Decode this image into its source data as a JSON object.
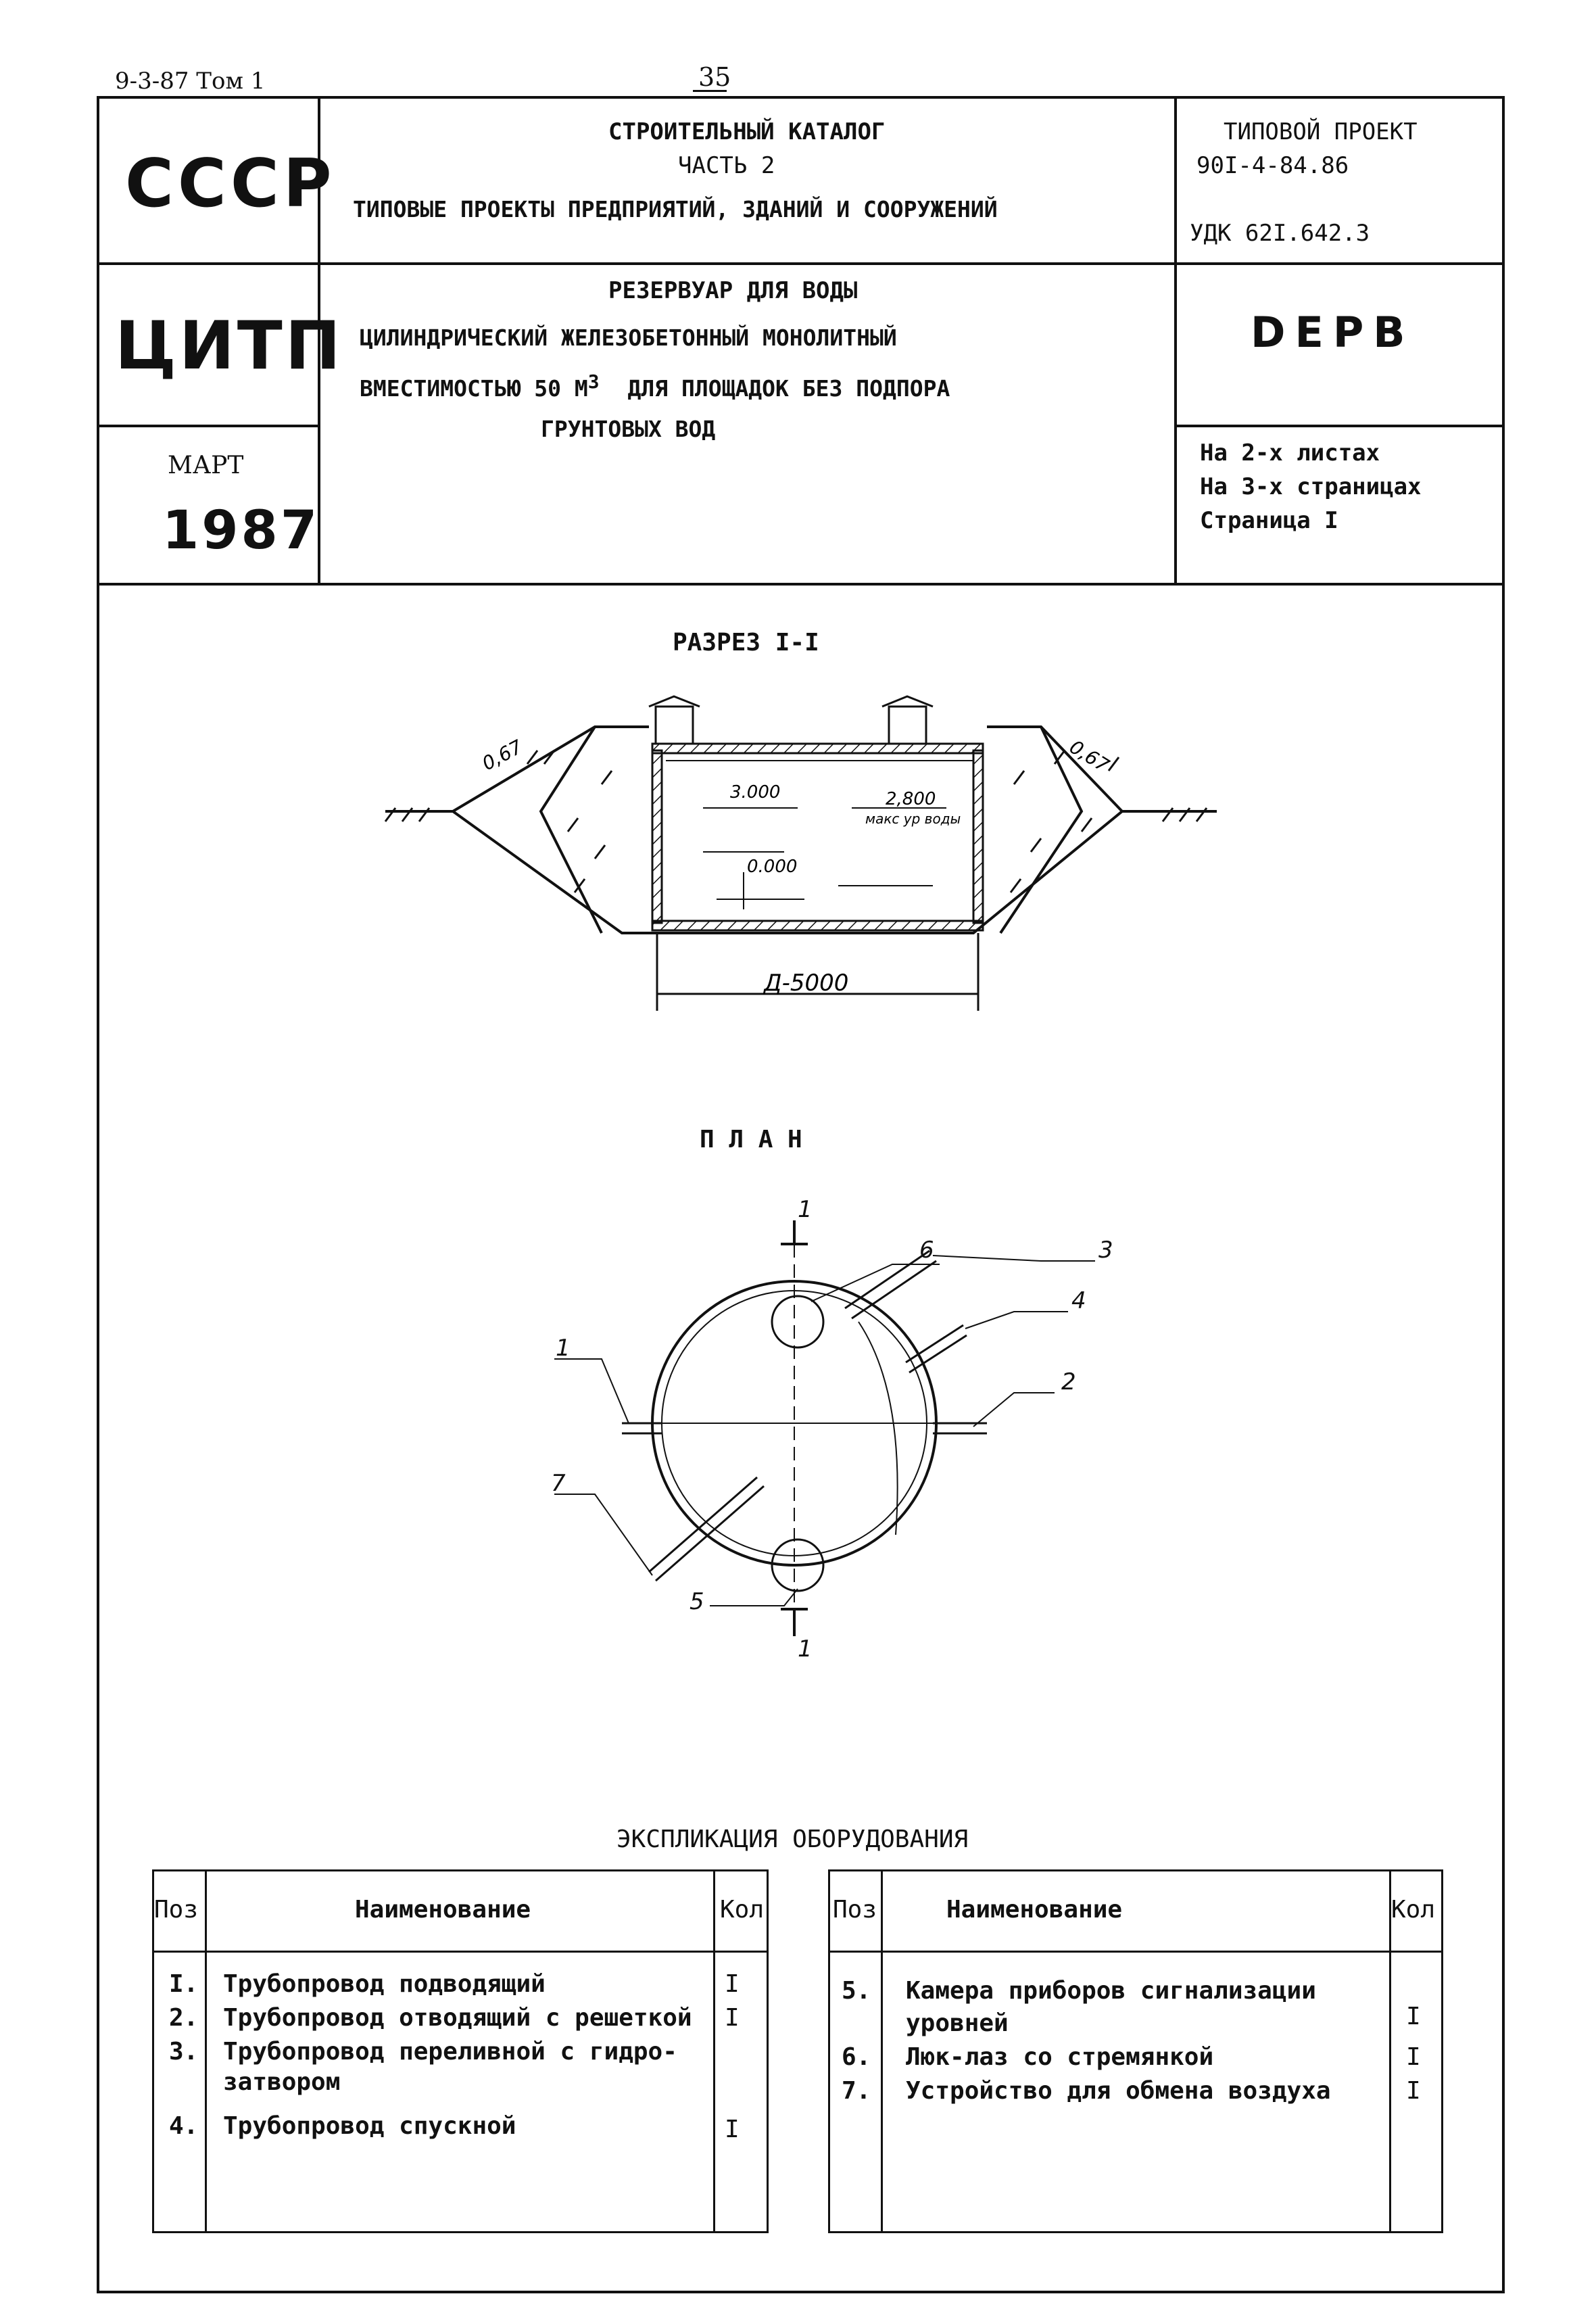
{
  "top": {
    "series": "9-3-87 Том 1",
    "page_number": "35"
  },
  "stamp": {
    "country": "СССР",
    "org": "ЦИТП",
    "month": "МАРТ",
    "year": "1987",
    "catalog_title": "СТРОИТЕЛЬНЫЙ КАТАЛОГ",
    "catalog_part": "ЧАСТЬ 2",
    "catalog_subtitle": "ТИПОВЫЕ ПРОЕКТЫ ПРЕДПРИЯТИЙ, ЗДАНИЙ И СООРУЖЕНИЙ",
    "project_label": "ТИПОВОЙ ПРОЕКТ",
    "project_code": "90I-4-84.86",
    "udk": "УДК 62I.642.3",
    "object_line1": "РЕЗЕРВУАР ДЛЯ ВОДЫ",
    "object_line2": "ЦИЛИНДРИЧЕСКИЙ ЖЕЛЕЗОБЕТОННЫЙ   МОНОЛИТНЫЙ",
    "object_line3": "ВМЕСТИМОСТЬЮ 50 М",
    "object_line3_sup": "3",
    "object_line3_rest": "ДЛЯ ПЛОЩАДОК БЕЗ ПОДПОРА",
    "object_line4": "ГРУНТОВЫХ ВОД",
    "code": "DEPB",
    "sheets": "На 2-х листах",
    "pages": "На 3-х страницах",
    "page": "Страница I"
  },
  "section": {
    "title": "РАЗРЕЗ I-I",
    "slope": "0,67",
    "level_top": "3.000",
    "level_water": "2,800",
    "level_water_note": "макс ур воды",
    "level_bottom": "0.000",
    "diameter": "Д-5000"
  },
  "plan": {
    "title": "П Л А Н",
    "cut_mark": "1",
    "callouts": [
      "1",
      "2",
      "3",
      "4",
      "5",
      "6",
      "7"
    ]
  },
  "explication": {
    "title": "ЭКСПЛИКАЦИЯ ОБОРУДОВАНИЯ",
    "headers": {
      "pos": "Поз",
      "name": "Наименование",
      "qty": "Кол"
    },
    "left": [
      {
        "pos": "I.",
        "name": "Трубопровод подводящий",
        "qty": "I"
      },
      {
        "pos": "2.",
        "name": "Трубопровод отводящий с решеткой",
        "qty": "I"
      },
      {
        "pos": "3.",
        "name": "Трубопровод переливной с гидро-",
        "qty": ""
      },
      {
        "pos": "",
        "name": "затвором",
        "qty": ""
      },
      {
        "pos": "4.",
        "name": "Трубопровод спускной",
        "qty": "I"
      }
    ],
    "right": [
      {
        "pos": "5.",
        "name": "Камера приборов сигнализации",
        "qty": ""
      },
      {
        "pos": "",
        "name": "уровней",
        "qty": "I"
      },
      {
        "pos": "6.",
        "name": "Люк-лаз со стремянкой",
        "qty": "I"
      },
      {
        "pos": "7.",
        "name": "Устройство для обмена воздуха",
        "qty": "I"
      }
    ]
  }
}
